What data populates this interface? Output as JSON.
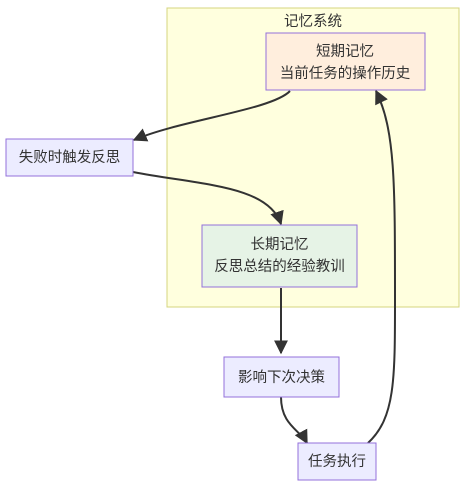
{
  "colors": {
    "group_fill": "#ffffde",
    "group_border": "#d4d47f",
    "default_node_fill": "#ececff",
    "default_node_border": "#9370db",
    "short_term_fill": "#ffeedd",
    "long_term_fill": "#e6f3e6",
    "edge": "#333333",
    "text": "#333333"
  },
  "group": {
    "title": "记忆系统"
  },
  "nodes": {
    "short_term": {
      "line1": "短期记忆",
      "line2": "当前任务的操作历史"
    },
    "long_term": {
      "line1": "长期记忆",
      "line2": "反思总结的经验教训"
    },
    "reflect": {
      "label": "失败时触发反思"
    },
    "decision": {
      "label": "影响下次决策"
    },
    "execute": {
      "label": "任务执行"
    }
  },
  "edges": [
    {
      "from": "short_term",
      "to": "reflect"
    },
    {
      "from": "reflect",
      "to": "long_term"
    },
    {
      "from": "long_term",
      "to": "decision"
    },
    {
      "from": "decision",
      "to": "execute"
    },
    {
      "from": "execute",
      "to": "short_term"
    }
  ]
}
